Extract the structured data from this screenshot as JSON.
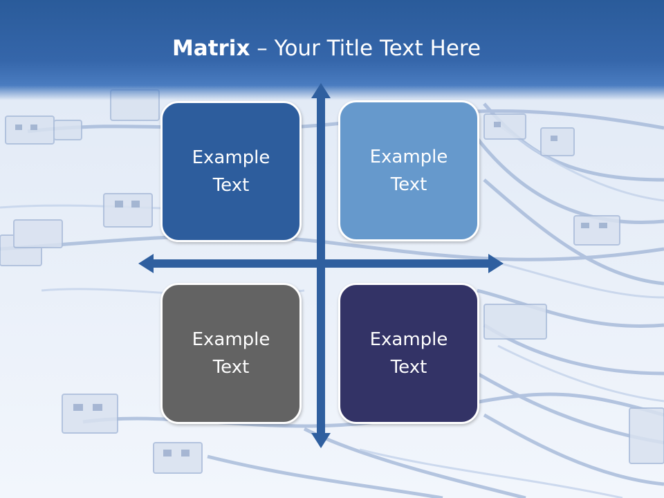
{
  "title": {
    "bold": "Matrix",
    "rest": " – Your Title Text Here"
  },
  "quadrants": [
    {
      "label": "Example Text",
      "color": "#2d5d9d"
    },
    {
      "label": "Example Text",
      "color": "#6699cc"
    },
    {
      "label": "Example Text",
      "color": "#636363"
    },
    {
      "label": "Example Text",
      "color": "#333366"
    }
  ],
  "colors": {
    "title_band": "#3566aa",
    "arrow": "#2f5f9f",
    "background": "#eef3fb"
  }
}
